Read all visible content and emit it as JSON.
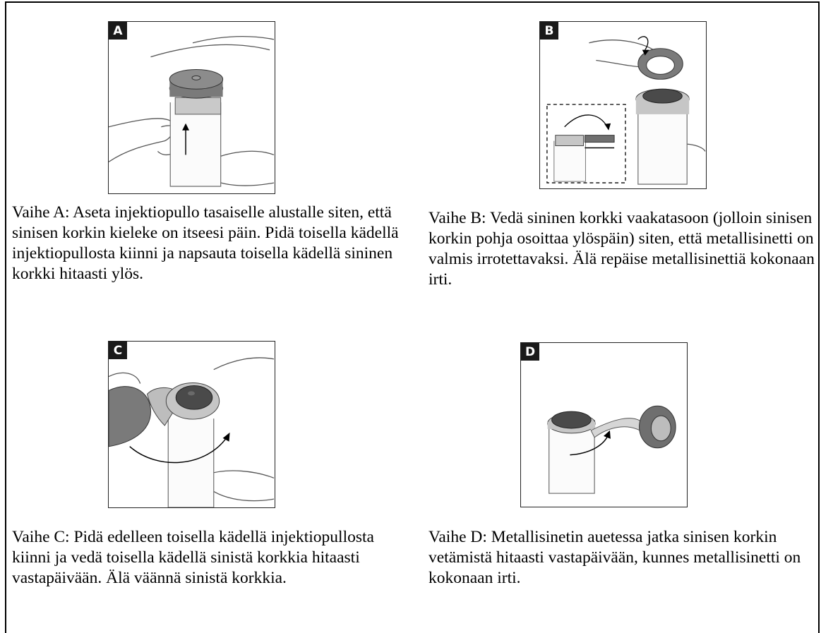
{
  "steps": [
    {
      "letter": "A",
      "caption": "Vaihe A: Aseta injektiopullo tasaiselle alustalle siten, että sinisen korkin kieleke on itseesi päin. Pidä toisella kädellä injektiopullosta kiinni ja napsauta toisella kädellä sininen korkki hitaasti ylös."
    },
    {
      "letter": "B",
      "caption": "Vaihe B: Vedä sininen korkki vaakatasoon (jolloin sinisen korkin pohja osoittaa ylöspäin) siten, että metallisinetti on valmis irrotettavaksi. Älä repäise metallisinettiä kokonaan irti."
    },
    {
      "letter": "C",
      "caption": "Vaihe C: Pidä edelleen toisella kädellä injektiopullosta kiinni ja vedä toisella kädellä sinistä korkkia hitaasti vastapäivään. Älä väännä sinistä korkkia."
    },
    {
      "letter": "D",
      "caption": "Vaihe D: Metallisinetin auetessa jatka sinisen korkin vetämistä hitaasti vastapäivään, kunnes metallisinetti on kokonaan irti."
    }
  ]
}
